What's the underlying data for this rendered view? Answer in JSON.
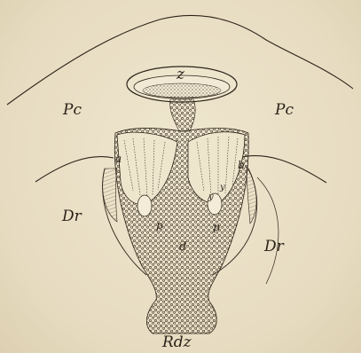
{
  "figure": {
    "labels": {
      "pc_left": "Pc",
      "pc_right": "Pc",
      "dr_left": "Dr",
      "dr_right": "Dr",
      "z": "z",
      "a": "a",
      "b": "b",
      "d": "d",
      "p_left": "p",
      "p_right": "p",
      "y1": "y",
      "y2": "y",
      "rdz": "Rdz"
    }
  }
}
